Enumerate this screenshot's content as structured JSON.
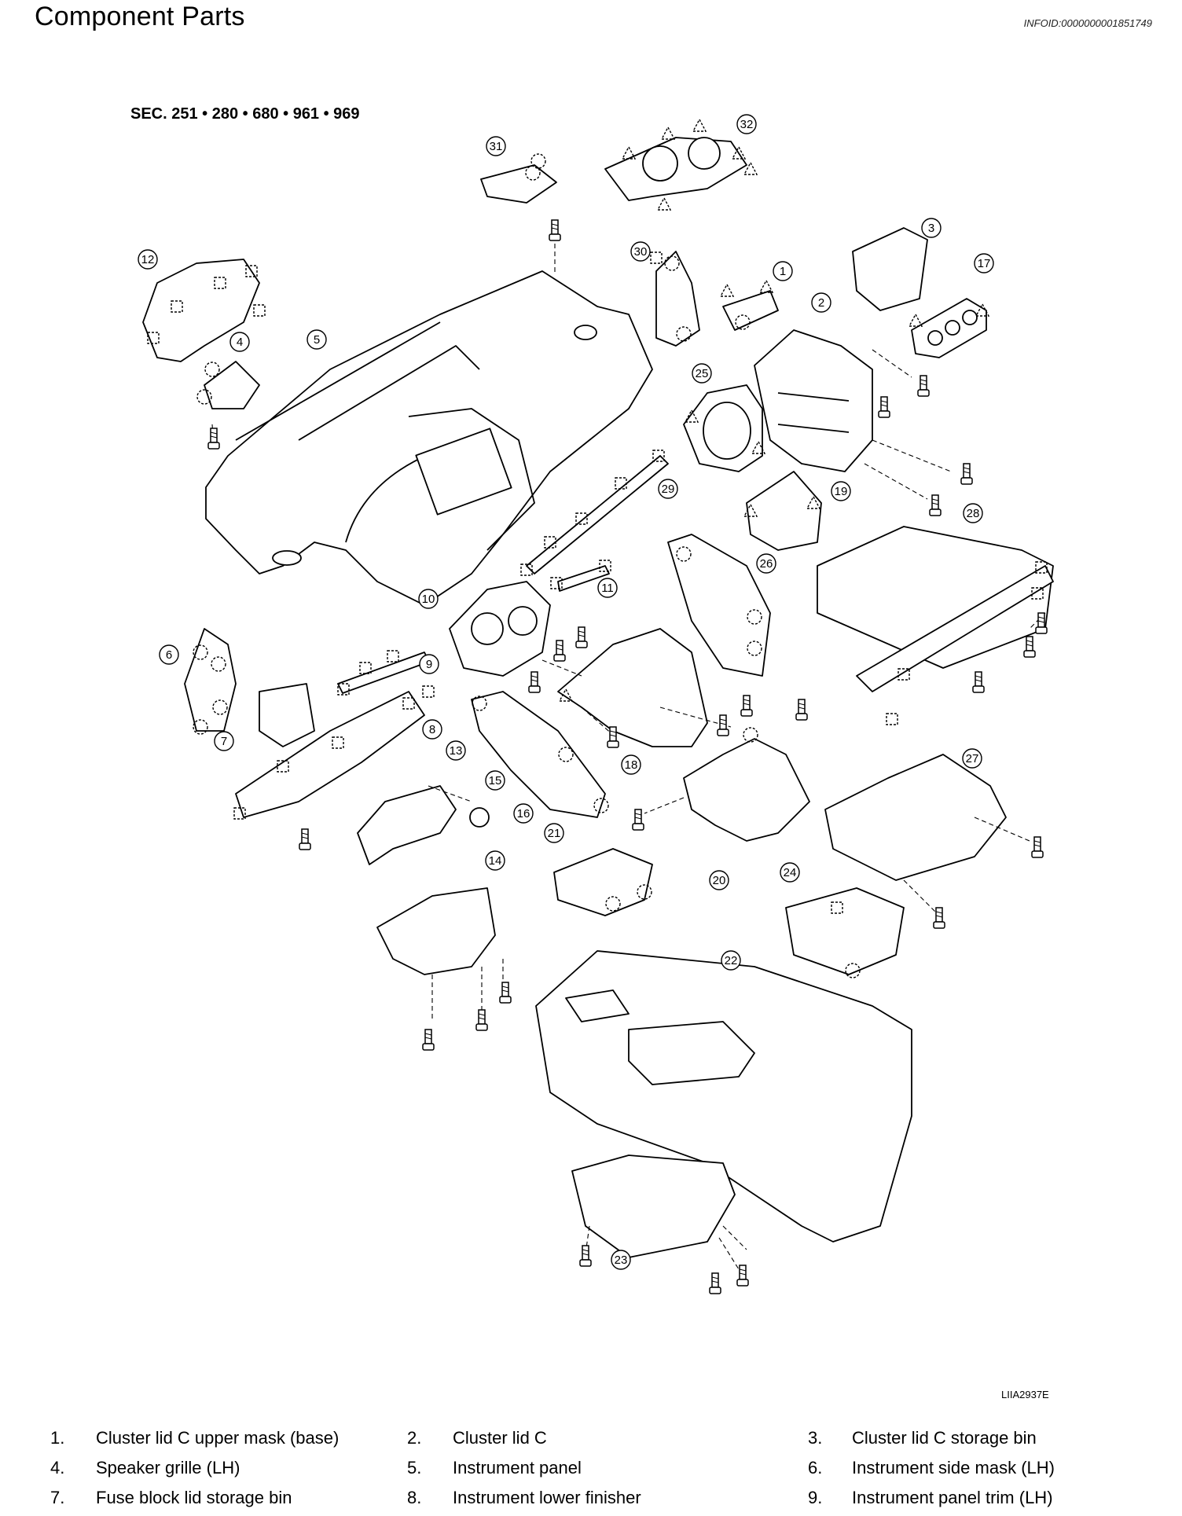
{
  "header": {
    "title": "Component Parts",
    "info_id": "INFOID:0000000001851749"
  },
  "diagram": {
    "sec_label": "SEC. 251 • 280 • 680 • 961 • 969",
    "figure_code": "LIIA2937E",
    "callouts": [
      "1",
      "2",
      "3",
      "4",
      "5",
      "6",
      "7",
      "8",
      "9",
      "10",
      "11",
      "12",
      "13",
      "14",
      "15",
      "16",
      "17",
      "18",
      "19",
      "20",
      "21",
      "22",
      "23",
      "24",
      "25",
      "26",
      "27",
      "28",
      "29",
      "30",
      "31",
      "32"
    ]
  },
  "legend": {
    "rows": [
      [
        {
          "num": "1.",
          "name": "Cluster lid C upper mask (base)"
        },
        {
          "num": "2.",
          "name": "Cluster lid C"
        },
        {
          "num": "3.",
          "name": "Cluster lid C storage bin"
        }
      ],
      [
        {
          "num": "4.",
          "name": "Speaker grille (LH)"
        },
        {
          "num": "5.",
          "name": "Instrument panel"
        },
        {
          "num": "6.",
          "name": "Instrument side mask (LH)"
        }
      ],
      [
        {
          "num": "7.",
          "name": "Fuse block lid storage bin"
        },
        {
          "num": "8.",
          "name": "Instrument lower finisher"
        },
        {
          "num": "9.",
          "name": "Instrument panel trim (LH)"
        }
      ]
    ]
  }
}
